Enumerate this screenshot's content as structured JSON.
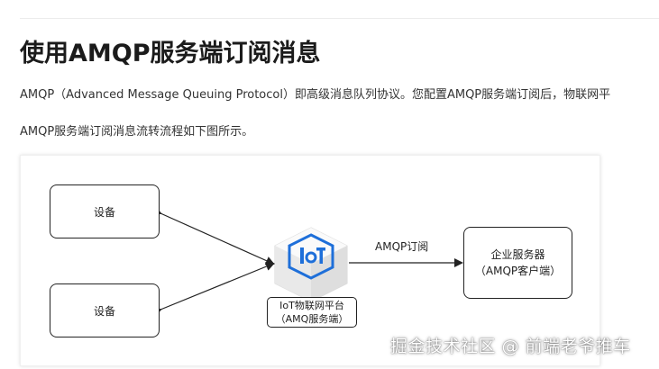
{
  "article": {
    "title": "使用AMQP服务端订阅消息",
    "intro": "AMQP（Advanced Message Queuing Protocol）即高级消息队列协议。您配置AMQP服务端订阅后，物联网平",
    "flow_intro": "AMQP服务端订阅消息流转流程如下图所示。"
  },
  "diagram": {
    "device_top": "设备",
    "device_bottom": "设备",
    "platform_line1": "IoT物联网平台",
    "platform_line2": "（AMQ服务端）",
    "edge_label": "AMQP订阅",
    "enterprise_line1": "企业服务器",
    "enterprise_line2": "（AMQP客户端）",
    "icon_name": "iot-cube-icon",
    "icon_color": "#1e6fd9"
  },
  "watermark": {
    "text": "掘金技术社区 @ 前端老爷推车"
  }
}
